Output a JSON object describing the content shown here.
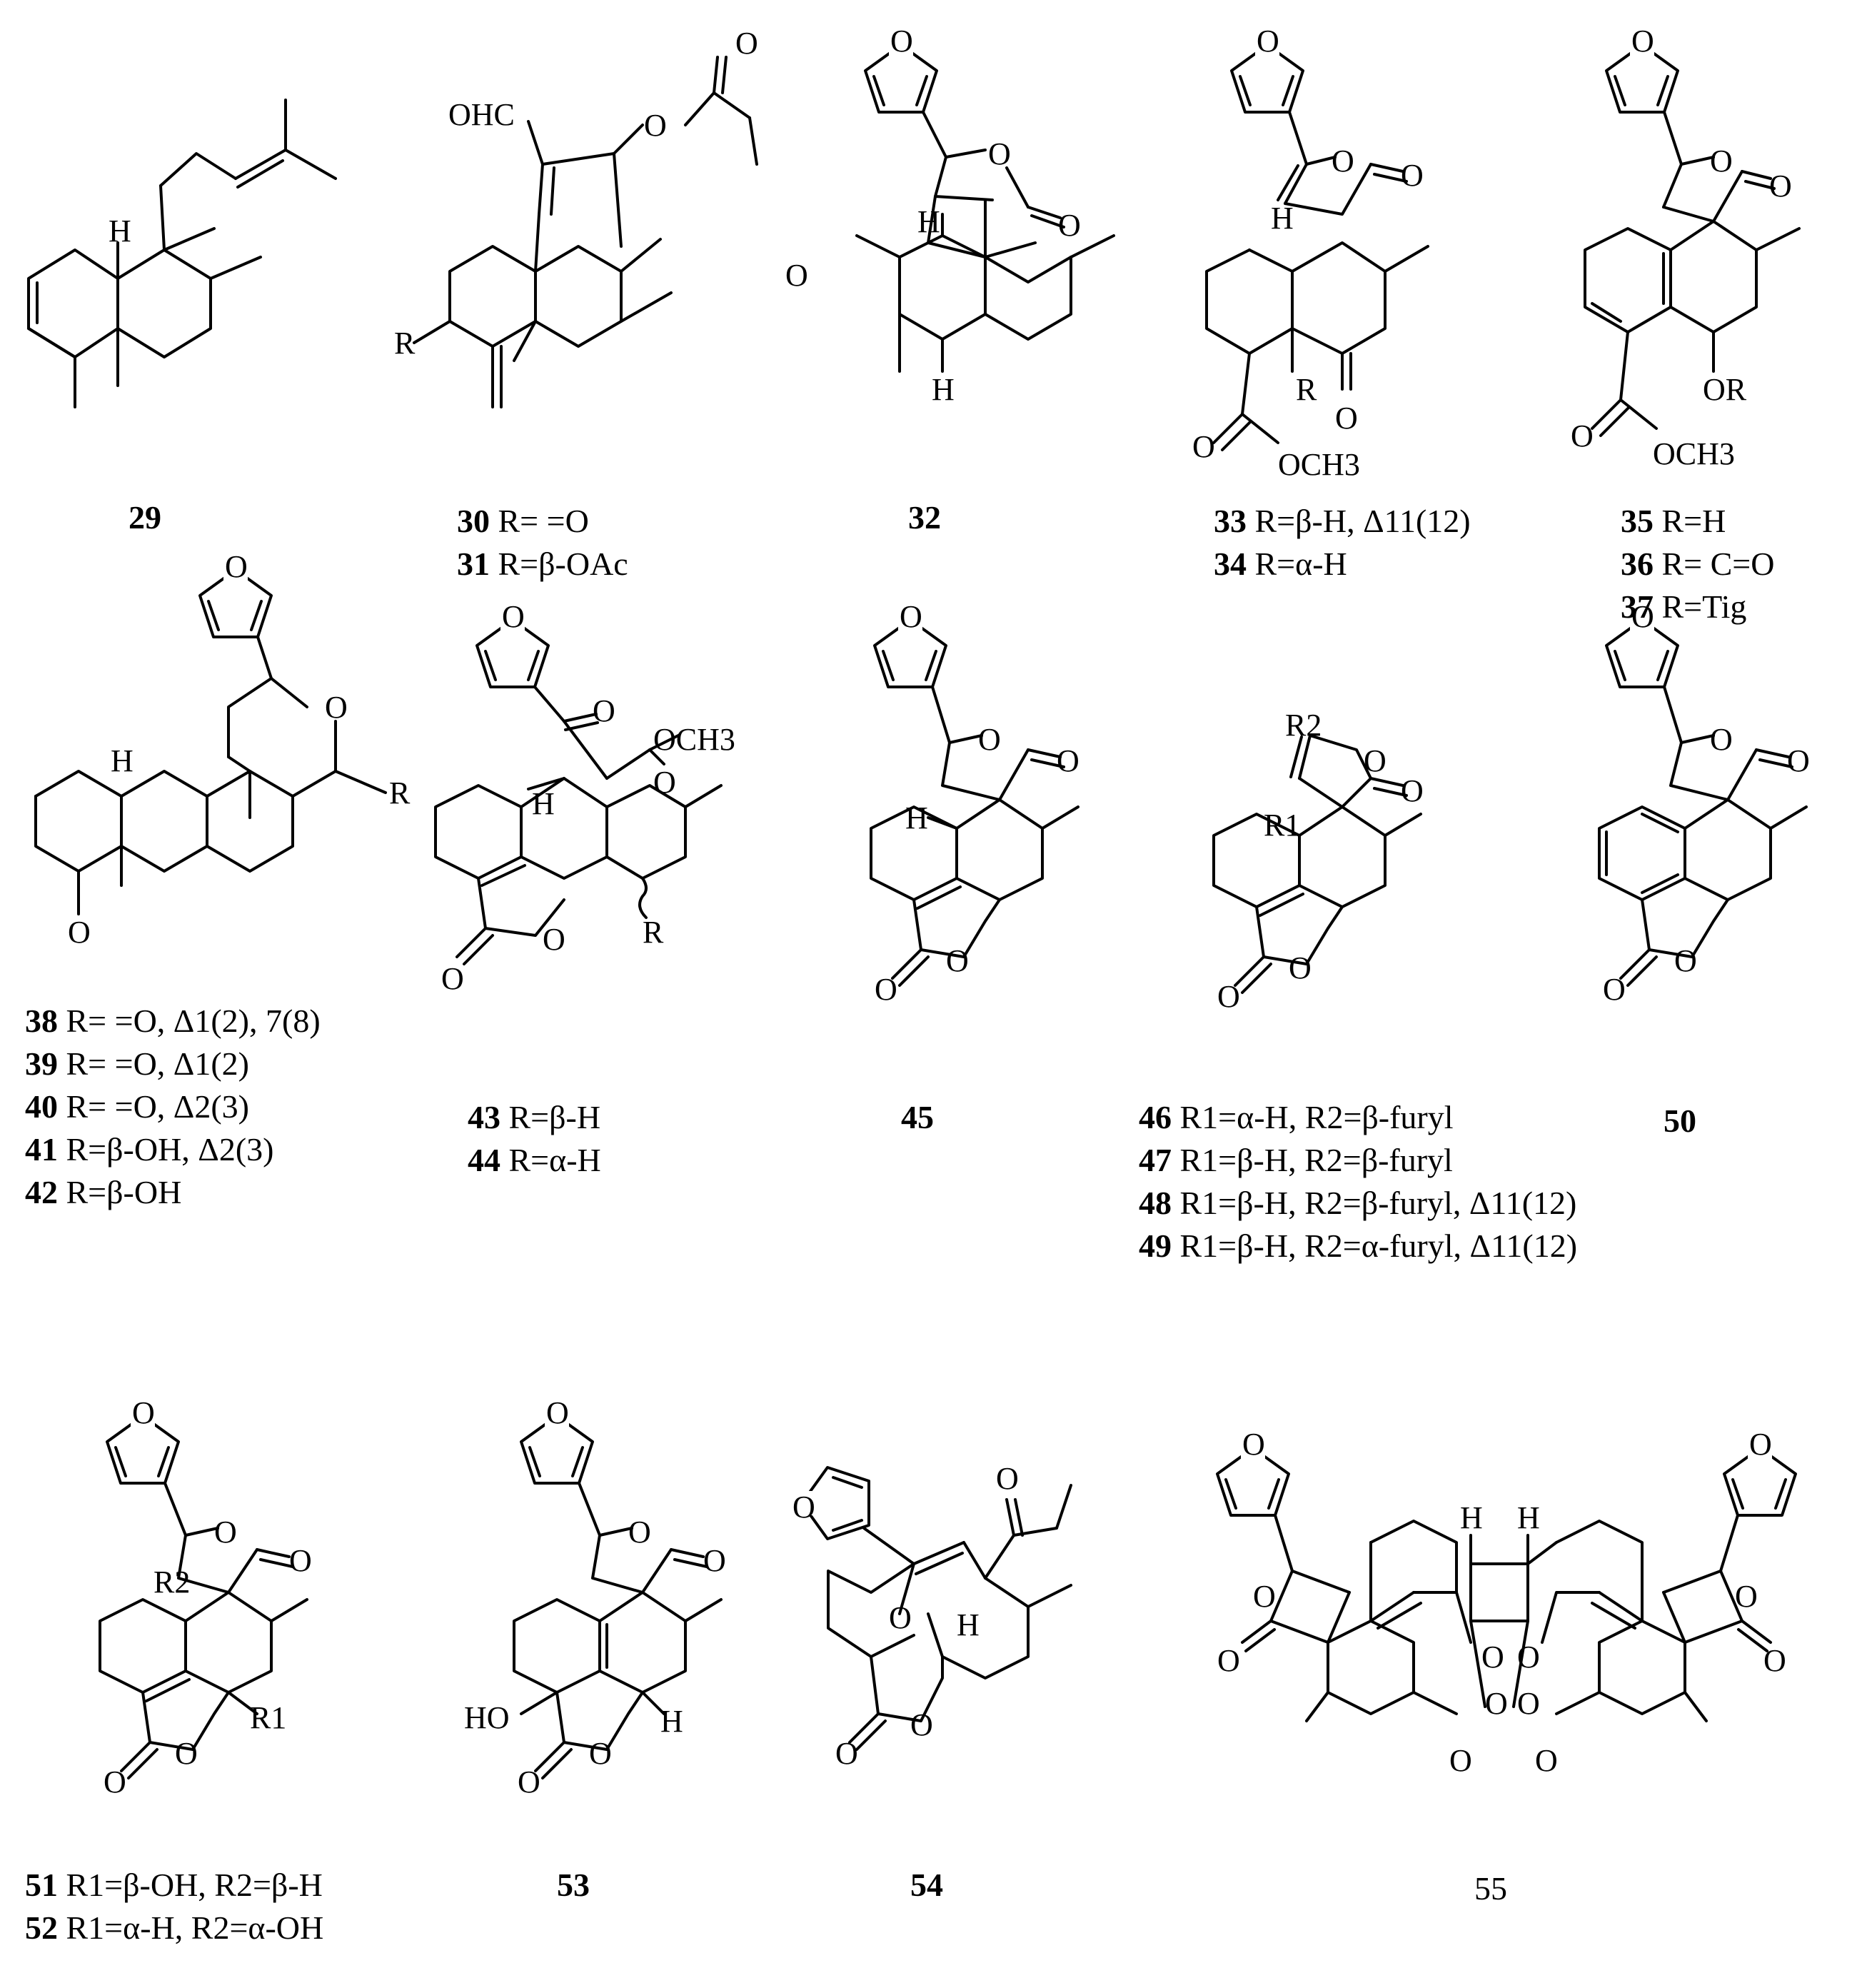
{
  "structures": [
    {
      "id": "29",
      "atom_labels": [
        "H"
      ],
      "caption_lines": [
        {
          "num": "29",
          "text": ""
        }
      ]
    },
    {
      "id": "30-31",
      "atom_labels": [
        "OHC",
        "O",
        "O",
        "R"
      ],
      "caption_lines": [
        {
          "num": "30",
          "text": " R= =O"
        },
        {
          "num": "31",
          "text": " R=β-OAc"
        }
      ]
    },
    {
      "id": "32",
      "atom_labels": [
        "O",
        "O",
        "O",
        "O",
        "H",
        "H"
      ],
      "caption_lines": [
        {
          "num": "32",
          "text": ""
        }
      ]
    },
    {
      "id": "33-34",
      "atom_labels": [
        "O",
        "O",
        "O",
        "H",
        "R",
        "O",
        "O",
        "OCH3"
      ],
      "caption_lines": [
        {
          "num": "33",
          "text": " R=β-H, Δ11(12)"
        },
        {
          "num": "34",
          "text": " R=α-H"
        }
      ]
    },
    {
      "id": "35-37",
      "atom_labels": [
        "O",
        "O",
        "O",
        "OR",
        "O",
        "OCH3"
      ],
      "caption_lines": [
        {
          "num": "35",
          "text": " R=H"
        },
        {
          "num": "36",
          "text": " R= C=O"
        },
        {
          "num": "37",
          "text": " R=Tig"
        }
      ]
    },
    {
      "id": "38-42",
      "atom_labels": [
        "O",
        "H",
        "O",
        "R",
        "O"
      ],
      "caption_lines": [
        {
          "num": "38",
          "text": " R= =O, Δ1(2), 7(8)"
        },
        {
          "num": "39",
          "text": " R= =O, Δ1(2)"
        },
        {
          "num": "40",
          "text": " R= =O, Δ2(3)"
        },
        {
          "num": "41",
          "text": " R=β-OH, Δ2(3)"
        },
        {
          "num": "42",
          "text": " R=β-OH"
        }
      ]
    },
    {
      "id": "43-44",
      "atom_labels": [
        "O",
        "O",
        "OCH3",
        "O",
        "H",
        "O",
        "O",
        "R"
      ],
      "caption_lines": [
        {
          "num": "43",
          "text": " R=β-H"
        },
        {
          "num": "44",
          "text": " R=α-H"
        }
      ]
    },
    {
      "id": "45",
      "atom_labels": [
        "O",
        "O",
        "O",
        "H",
        "O",
        "O"
      ],
      "caption_lines": [
        {
          "num": "45",
          "text": ""
        }
      ]
    },
    {
      "id": "46-49",
      "atom_labels": [
        "R2",
        "O",
        "O",
        "R1",
        "O",
        "O"
      ],
      "caption_lines": [
        {
          "num": "46",
          "text": " R1=α-H, R2=β-furyl"
        },
        {
          "num": "47",
          "text": " R1=β-H, R2=β-furyl"
        },
        {
          "num": "48",
          "text": " R1=β-H, R2=β-furyl, Δ11(12)"
        },
        {
          "num": "49",
          "text": " R1=β-H, R2=α-furyl, Δ11(12)"
        }
      ]
    },
    {
      "id": "50",
      "atom_labels": [
        "O",
        "O",
        "O",
        "O",
        "O"
      ],
      "caption_lines": [
        {
          "num": "50",
          "text": ""
        }
      ]
    },
    {
      "id": "51-52",
      "atom_labels": [
        "O",
        "O",
        "O",
        "R2",
        "O",
        "O",
        "R1"
      ],
      "caption_lines": [
        {
          "num": "51",
          "text": " R1=β-OH, R2=β-H"
        },
        {
          "num": "52",
          "text": " R1=α-H, R2=α-OH"
        }
      ]
    },
    {
      "id": "53",
      "atom_labels": [
        "O",
        "O",
        "O",
        "HO",
        "O",
        "O",
        "H"
      ],
      "caption_lines": [
        {
          "num": "53",
          "text": ""
        }
      ]
    },
    {
      "id": "54",
      "atom_labels": [
        "O",
        "O",
        "O",
        "H",
        "O",
        "O"
      ],
      "caption_lines": [
        {
          "num": "54",
          "text": ""
        }
      ]
    },
    {
      "id": "55",
      "atom_labels": [
        "O",
        "O",
        "H",
        "H",
        "O",
        "O",
        "O",
        "O",
        "O",
        "O",
        "O",
        "O",
        "O",
        "O"
      ],
      "caption_lines": [
        {
          "num": "",
          "text": "55"
        }
      ]
    }
  ]
}
